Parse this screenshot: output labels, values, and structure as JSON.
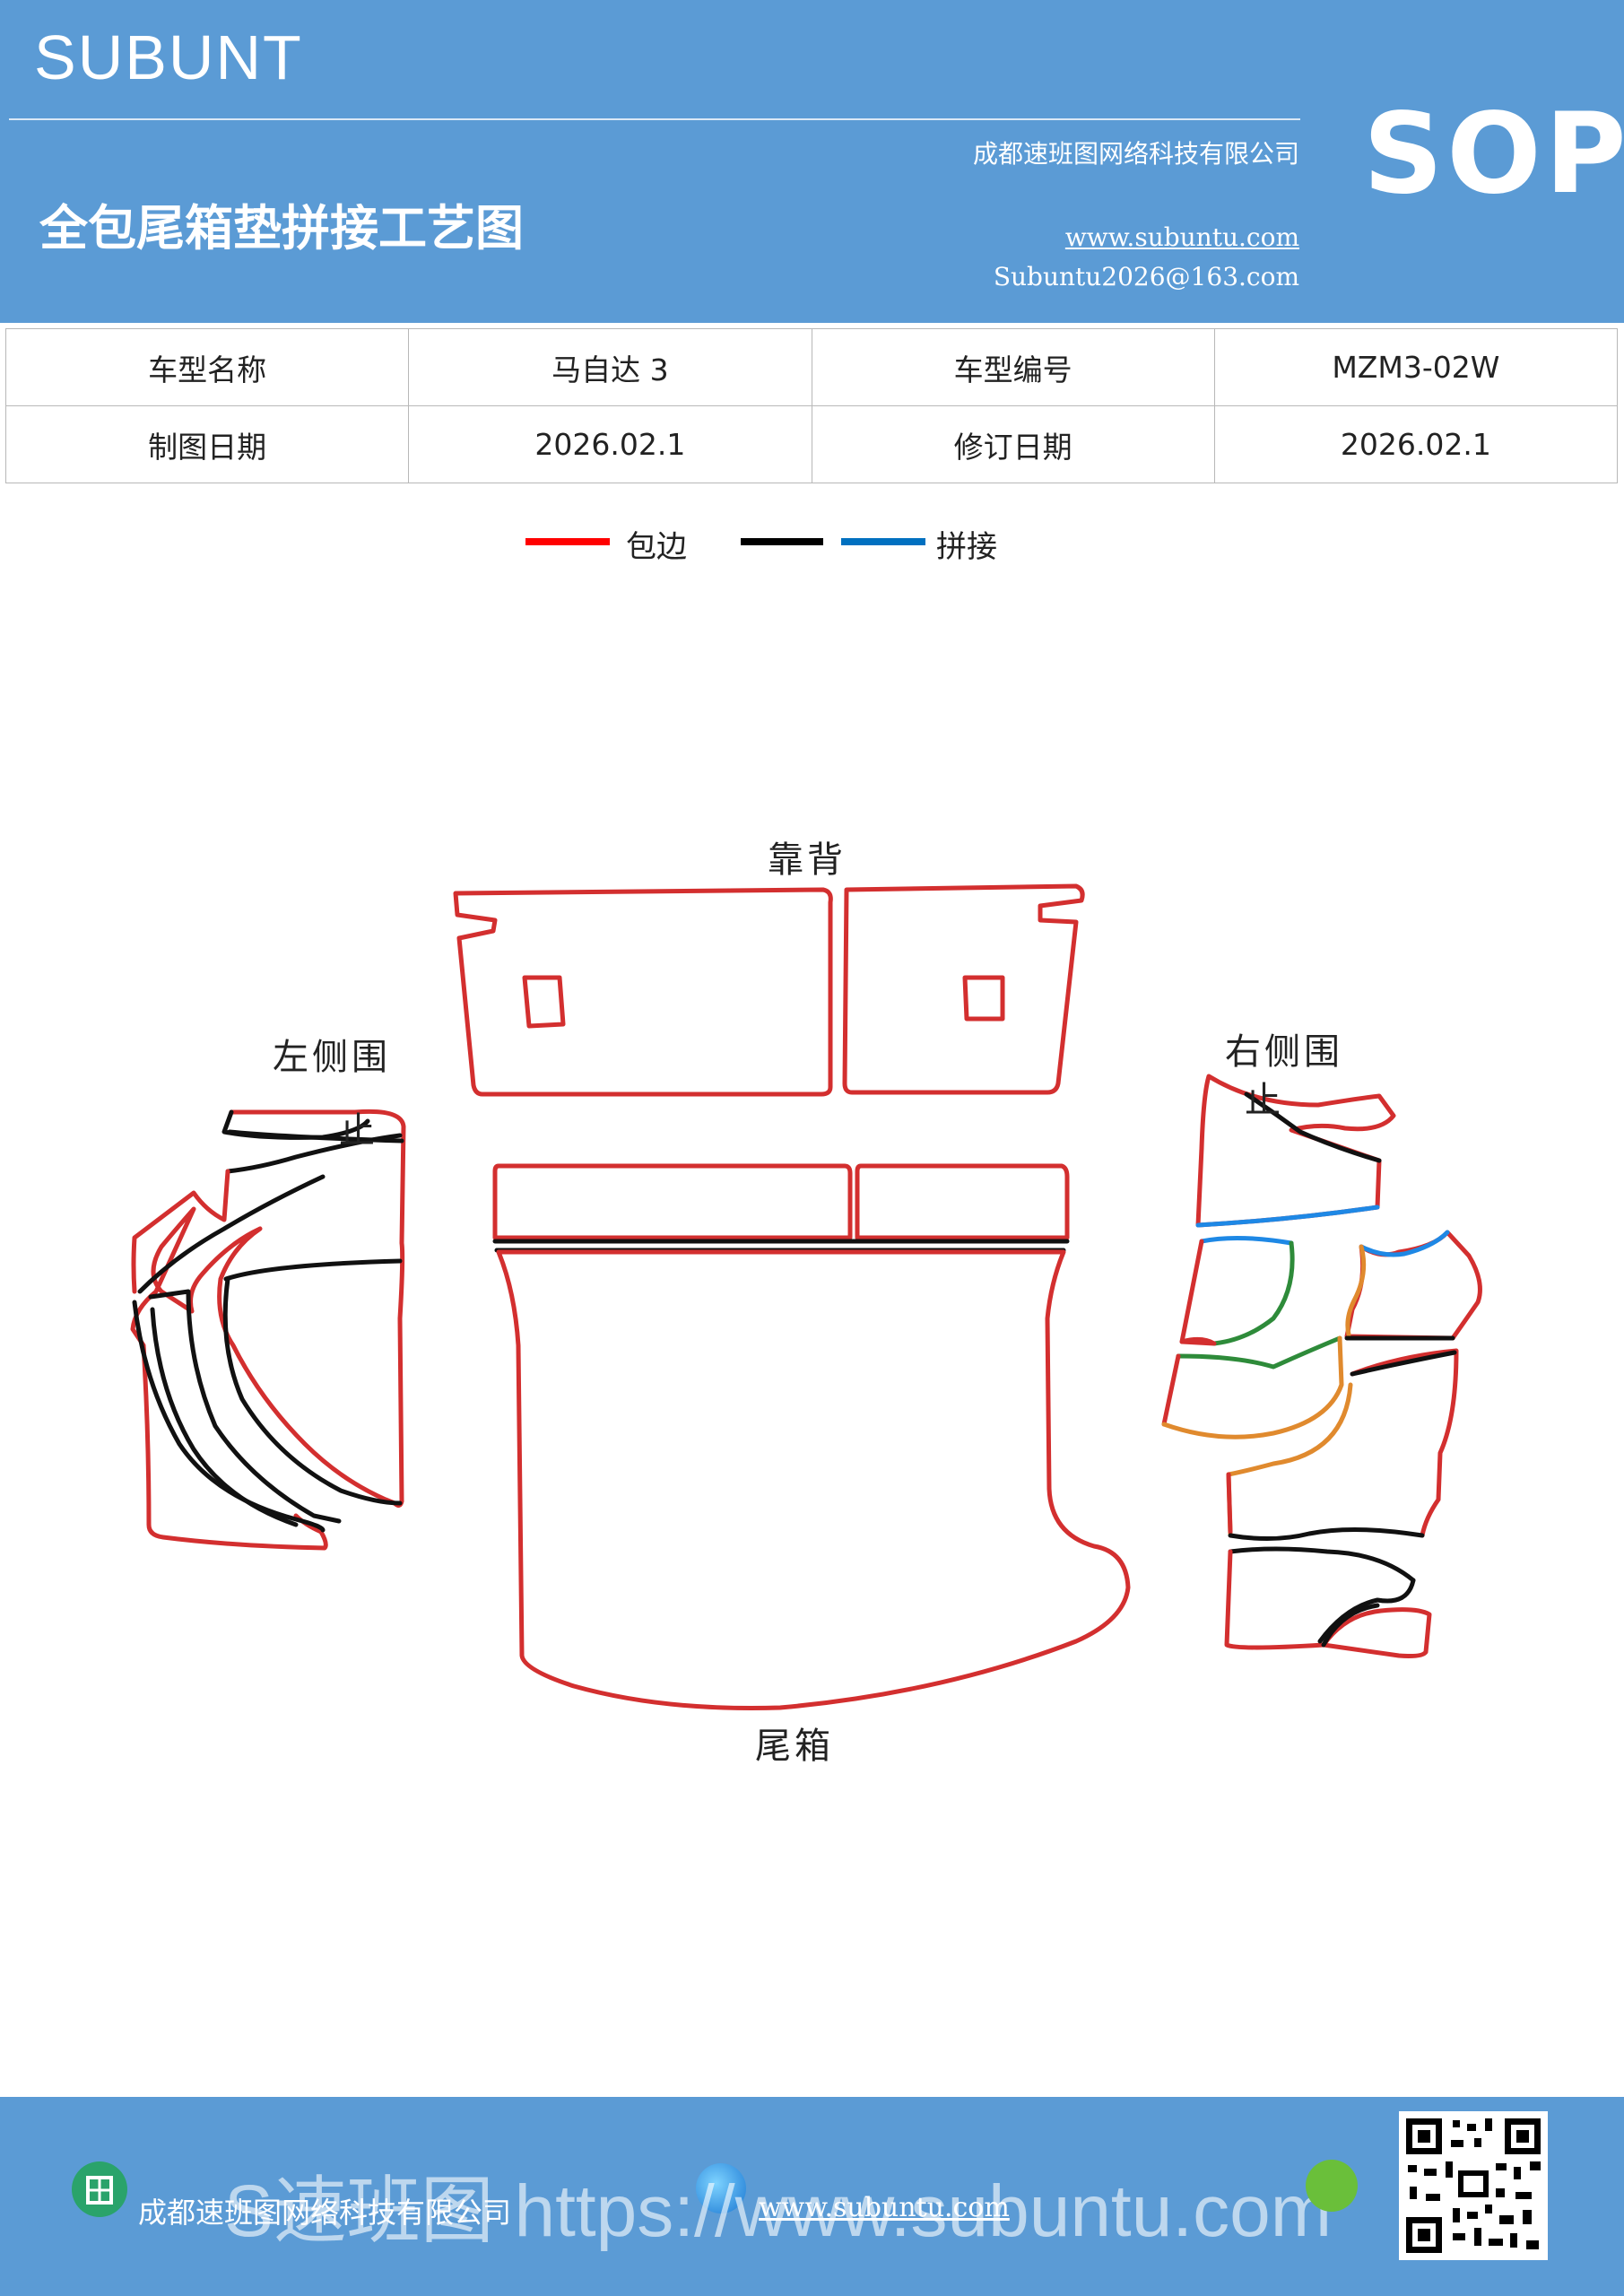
{
  "header": {
    "brand": "SUBUNT",
    "doc_title": "全包尾箱垫拼接工艺图",
    "company": "成都速班图网络科技有限公司",
    "website": "www.subuntu.com",
    "email": "Subuntu2026@163.com",
    "badge": "SOP",
    "bg_color": "#5b9bd5"
  },
  "info_table": {
    "rows": [
      [
        "车型名称",
        "马自达 3",
        "车型编号",
        "MZM3-02W"
      ],
      [
        "制图日期",
        "2026.02.1",
        "修订日期",
        "2026.02.1"
      ]
    ]
  },
  "legend": {
    "items": [
      {
        "label": "包边",
        "color": "#ff0000"
      },
      {
        "label": "",
        "color": "#000000"
      },
      {
        "label": "拼接",
        "color": "#0070c0"
      }
    ]
  },
  "diagram": {
    "labels": {
      "backrest": "靠背",
      "left_side": "左侧围",
      "left_side_2": "止",
      "right_side": "右侧围",
      "right_side_2": "止",
      "trunk": "尾箱"
    },
    "colors": {
      "edge": "#d32f2f",
      "seam": "#111111",
      "splice_blue": "#1e88e5",
      "splice_green": "#2e8b3a",
      "splice_orange": "#e08a2e"
    }
  },
  "footer": {
    "watermark": "S速班图 https://www.subuntu.com",
    "company": "成都速班图网络科技有限公司",
    "website": "www.subuntu.com"
  }
}
